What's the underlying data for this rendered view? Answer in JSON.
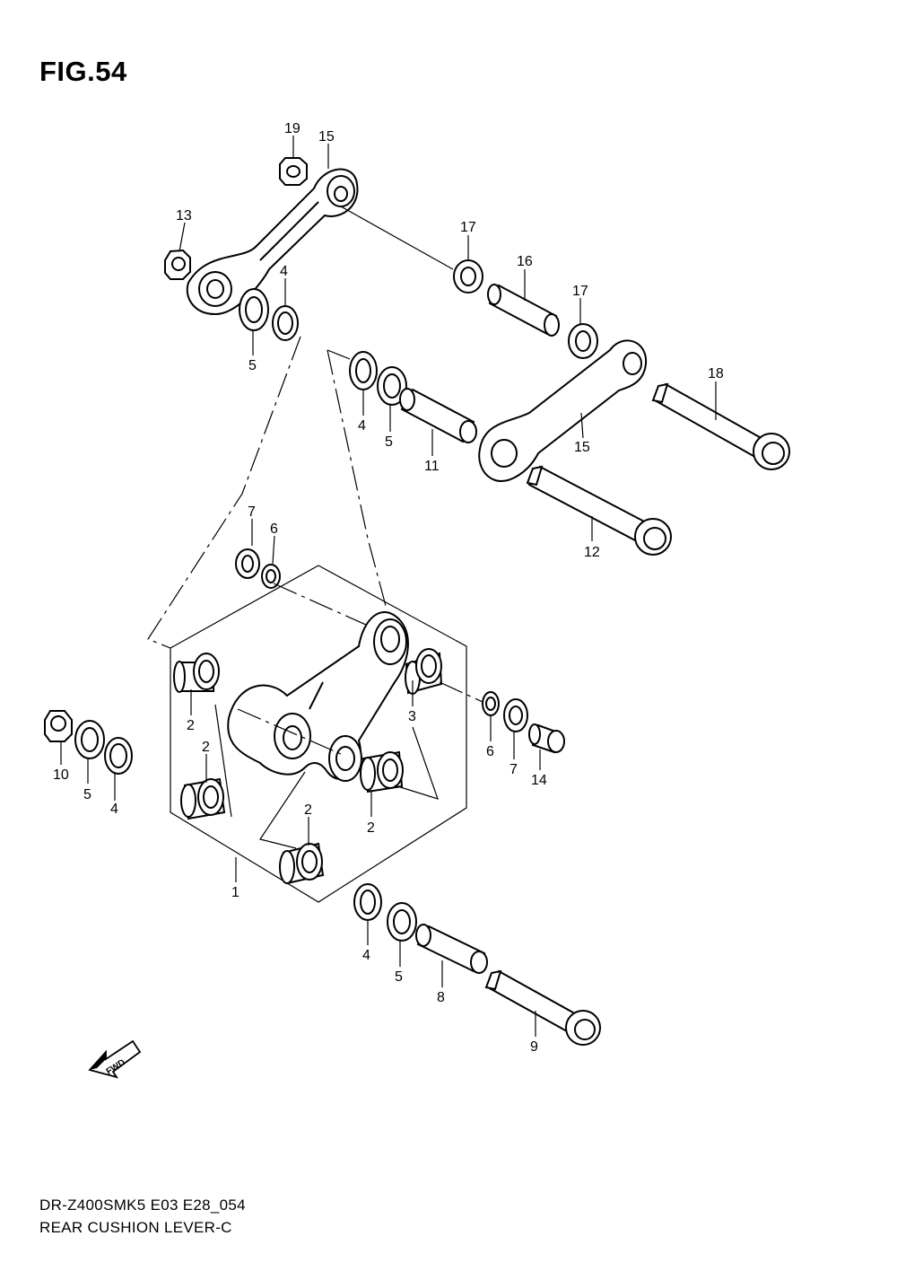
{
  "figure": {
    "title": "FIG.54",
    "code_line": "DR-Z400SMK5 E03 E28_054",
    "name_line": "REAR CUSHION LEVER-C"
  },
  "fwd_label": "FWD",
  "callouts": {
    "c19": "19",
    "c15a": "15",
    "c13": "13",
    "c4a": "4",
    "c5a": "5",
    "c17a": "17",
    "c16": "16",
    "c17b": "17",
    "c18": "18",
    "c4b": "4",
    "c5b": "5",
    "c11": "11",
    "c15b": "15",
    "c12": "12",
    "c7a": "7",
    "c6a": "6",
    "c2a": "2",
    "c3": "3",
    "c2b": "2",
    "c2c": "2",
    "c2d": "2",
    "c6b": "6",
    "c7b": "7",
    "c14": "14",
    "c10": "10",
    "c5c": "5",
    "c4c": "4",
    "c1": "1",
    "c4d": "4",
    "c5d": "5",
    "c8": "8",
    "c9": "9"
  }
}
